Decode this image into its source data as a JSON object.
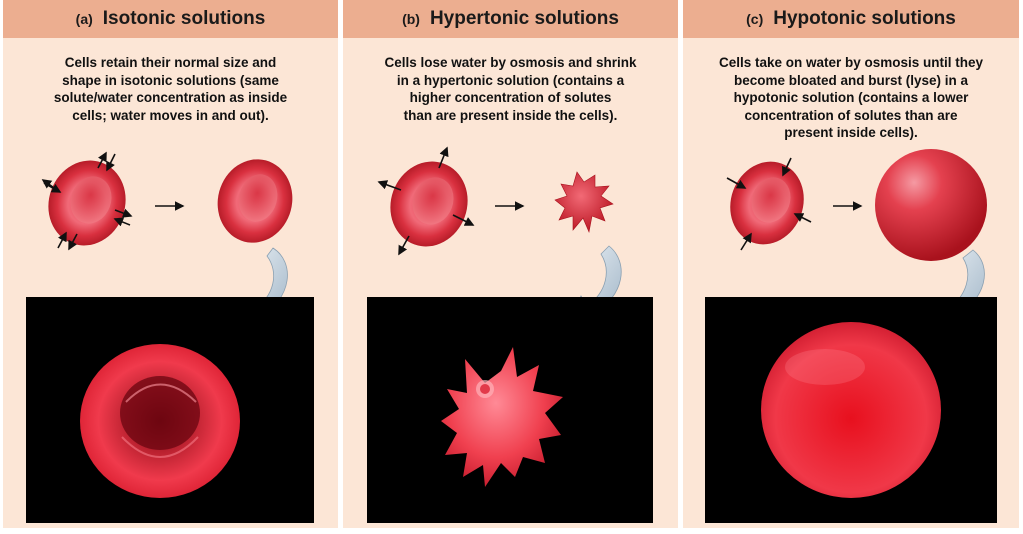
{
  "panels": [
    {
      "letter": "(a)",
      "title": "Isotonic solutions",
      "text": "Cells retain their normal size and\nshape in isotonic solutions (same\nsolute/water concentration as inside\ncells; water moves in and out)."
    },
    {
      "letter": "(b)",
      "title": "Hypertonic solutions",
      "text": "Cells lose water by osmosis and shrink\nin a hypertonic solution (contains a\nhigher concentration of solutes\nthan are present inside the cells)."
    },
    {
      "letter": "(c)",
      "title": "Hypotonic solutions",
      "text": "Cells take on water by osmosis until they\nbecome bloated and burst (lyse) in a\nhypotonic solution (contains a lower\nconcentration of solutes than are\npresent inside cells)."
    }
  ],
  "colors": {
    "panel_bg": "#fce6d6",
    "header_bg": "#ecae90",
    "cell_red": "#d7283a",
    "photo_bg": "#000000",
    "curved_arrow": "#b8c8d6"
  },
  "icons": [
    "osmosis-arrow-icon",
    "transition-arrow-icon",
    "curved-arrow-icon"
  ]
}
